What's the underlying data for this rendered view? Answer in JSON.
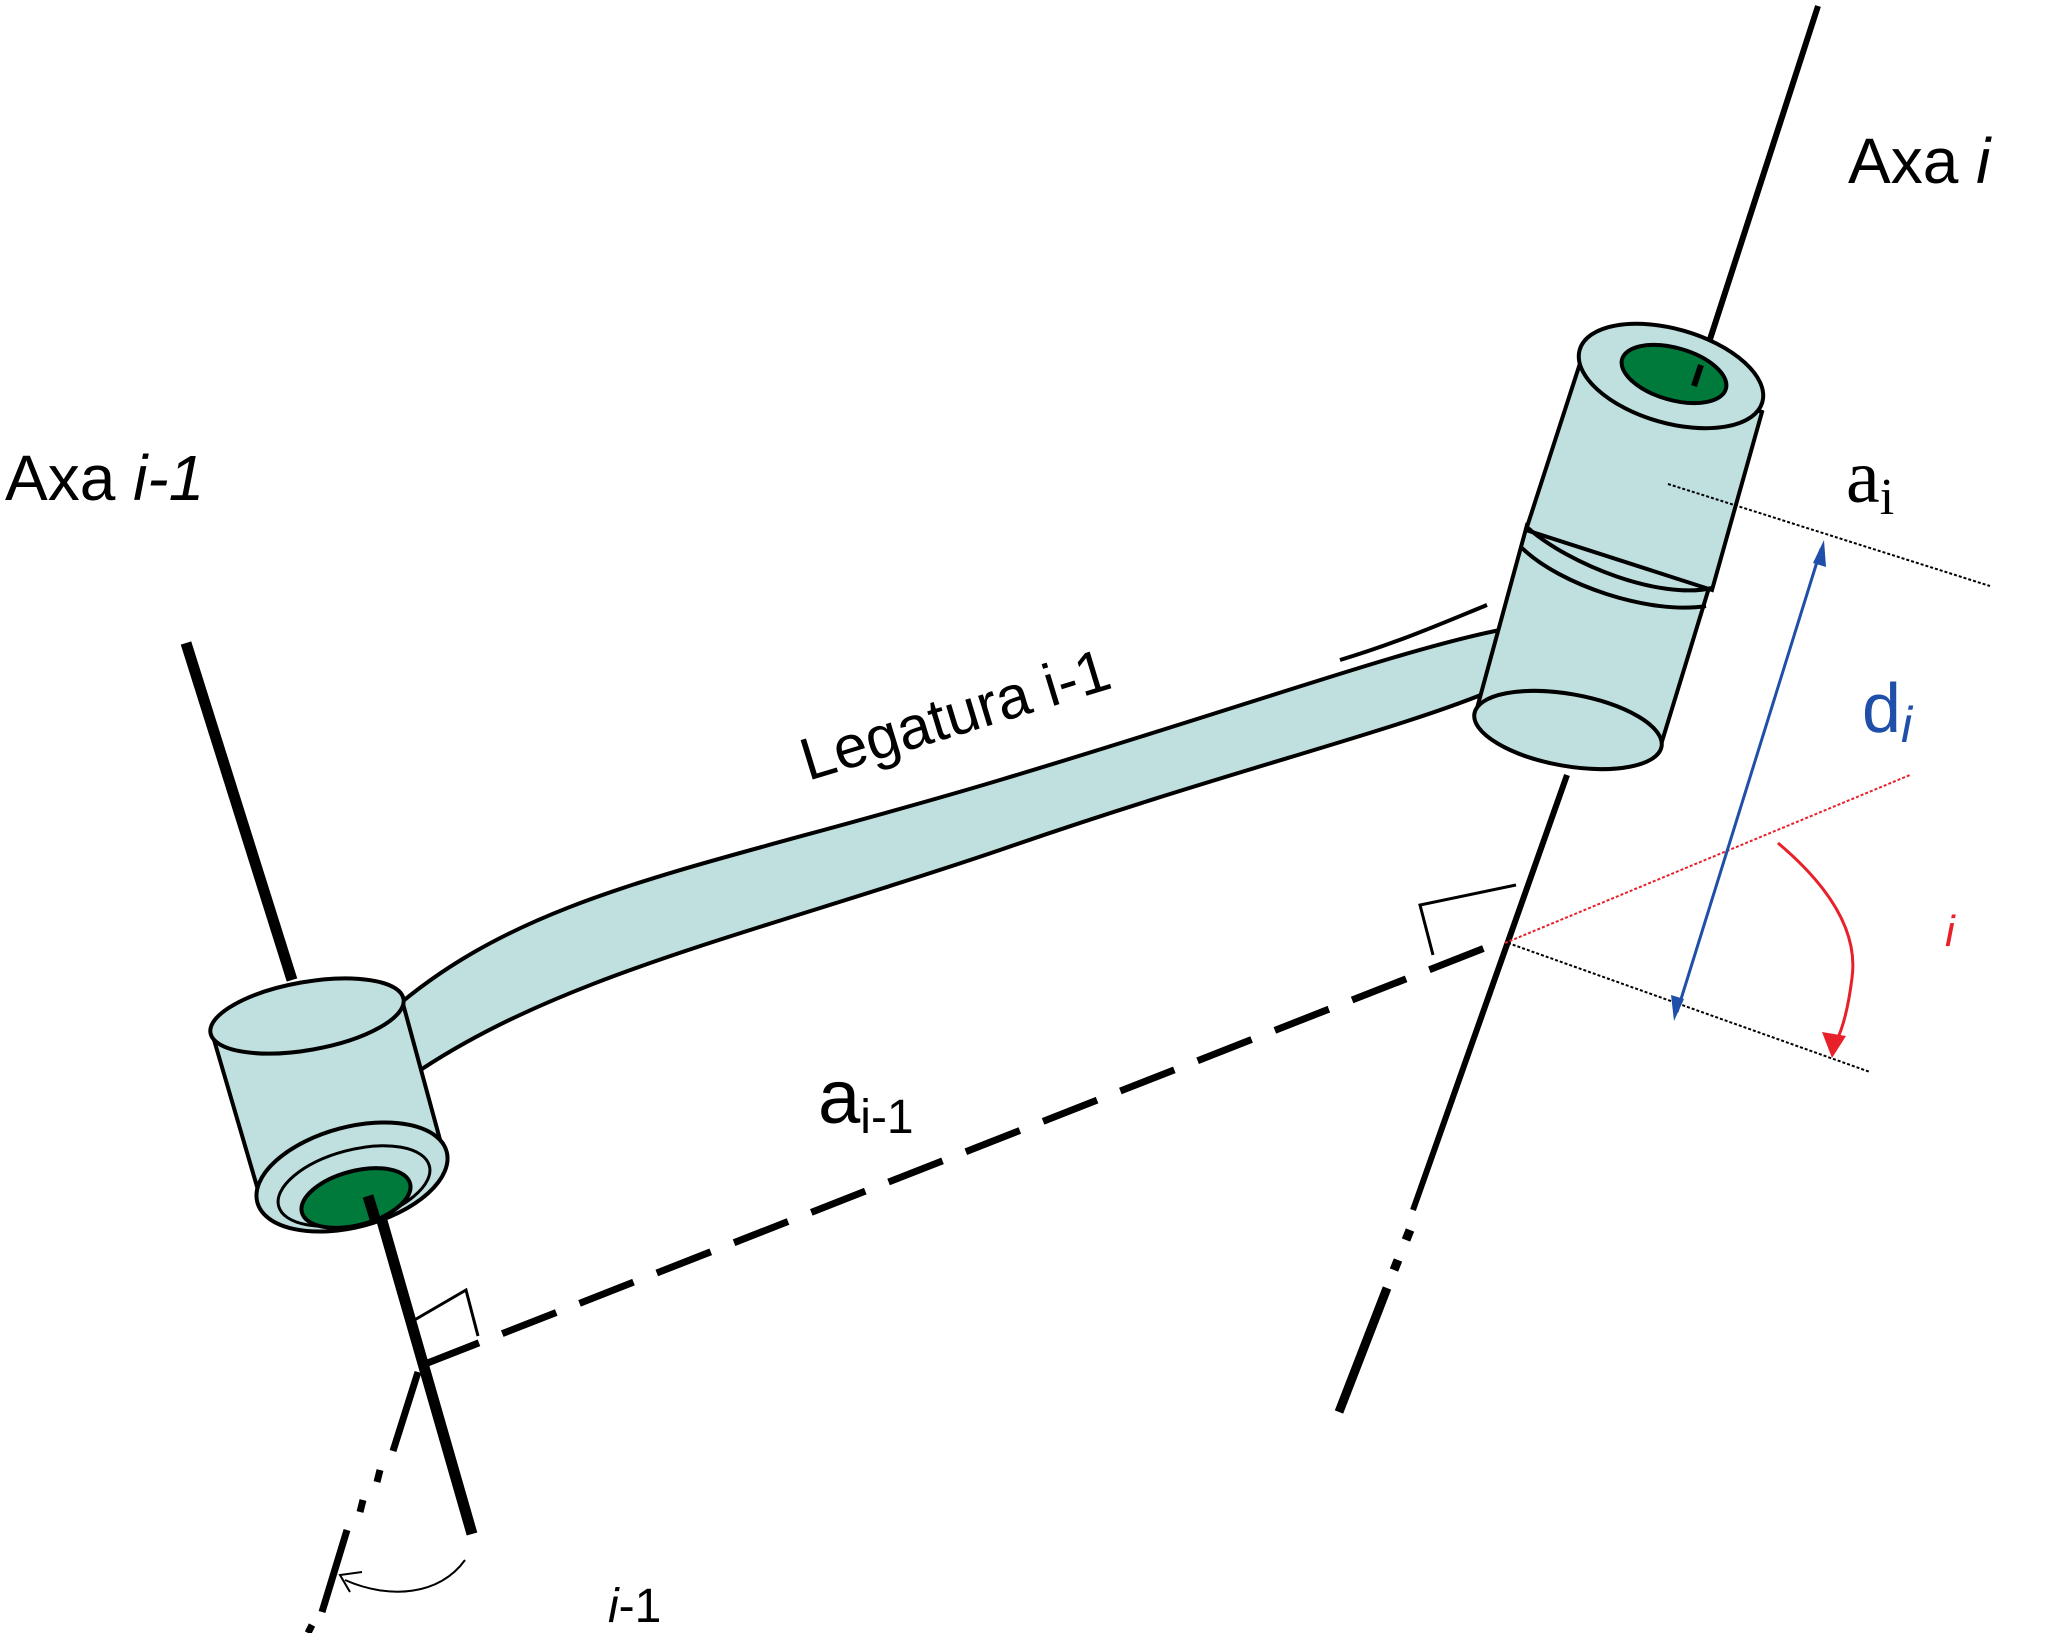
{
  "axis_prev": {
    "label_plain": "Axa ",
    "label_italic": "i-1"
  },
  "axis_curr": {
    "label_plain": "Axa ",
    "label_italic": "i"
  },
  "link": {
    "label": "Legatura i-1"
  },
  "a_prev": {
    "base": "a",
    "sub": "i-1"
  },
  "a_curr": {
    "base": "a",
    "sub": "i"
  },
  "d_curr": {
    "base": "d",
    "sub": "i"
  },
  "theta_curr": {
    "label": "i"
  },
  "alpha_prev": {
    "italic": "i",
    "plain": "-1"
  },
  "colors": {
    "link_fill": "#c0dfdf",
    "bore_fill": "#007a3a",
    "d_color": "#1f4fa8",
    "theta_color": "#e8202a",
    "ink": "#000000"
  }
}
